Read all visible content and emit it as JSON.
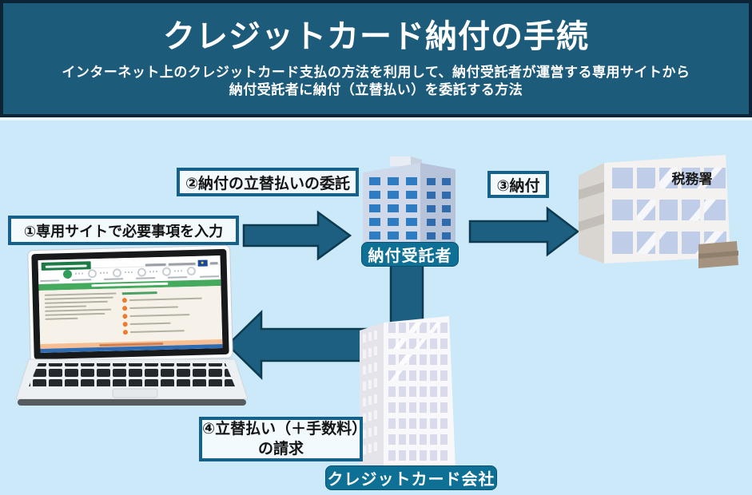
{
  "header": {
    "title": "クレジットカード納付の手続",
    "subtitle_line1": "インターネット上のクレジットカード支払の方法を利用して、納付受託者が運営する専用サイトから",
    "subtitle_line2": "納付受託者に納付（立替払い）を委託する方法",
    "bg_color": "#1d5b7b",
    "border_color": "#0c2435",
    "text_color": "#ffffff"
  },
  "canvas": {
    "bg_color": "#cbe9f9",
    "arrow_color": "#1c5f80",
    "arrow_outline_color": "#0e3a50",
    "pill_color": "#0d7094",
    "callout_border_color": "#15618a",
    "callout_bg_color": "#f3fafe"
  },
  "steps": [
    {
      "label": "①専用サイトで必要事項を入力"
    },
    {
      "label": "②納付の立替払いの委託"
    },
    {
      "label": "③納付"
    },
    {
      "label_line1": "④立替払い（＋手数料）",
      "label_line2": "の請求"
    }
  ],
  "entities": {
    "payment_trustee": {
      "label": "納付受託者"
    },
    "tax_office": {
      "sign": "税務署"
    },
    "credit_card_company": {
      "label": "クレジットカード会社"
    }
  },
  "icons": {
    "laptop": "laptop-with-payment-website-illustration",
    "website": "national-tax-credit-card-payment-site",
    "payment_trustee_building": "blue-office-building",
    "tax_office_building": "gray-government-building",
    "credit_card_building": "white-tower-building"
  }
}
